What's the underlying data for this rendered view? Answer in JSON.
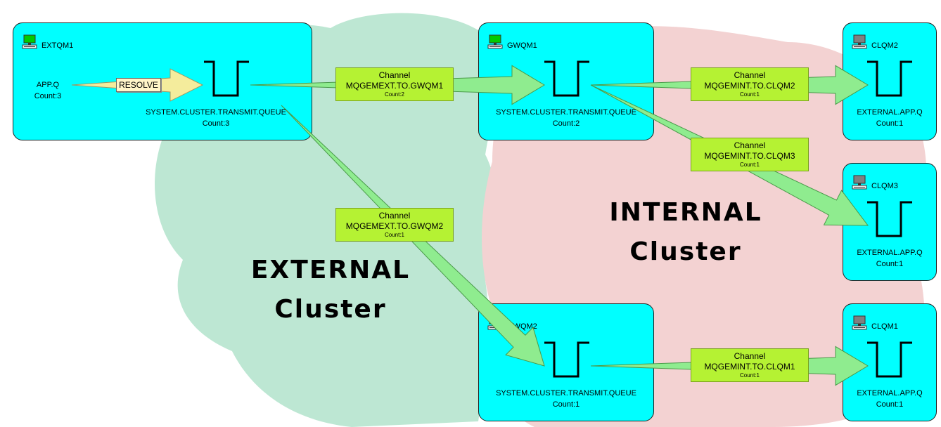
{
  "clusters": {
    "external": {
      "line1": "EXTERNAL",
      "line2": "Cluster",
      "color": "#bde7d3"
    },
    "internal": {
      "line1": "INTERNAL",
      "line2": "Cluster",
      "color": "#f3d2d2"
    }
  },
  "colors": {
    "qm_fill": "#00ffff",
    "channel_fill": "#b5f233",
    "arrow_fill": "#8fec8f",
    "resolve_arrow": "#f4ec9c",
    "pc_active": "#00cc00",
    "pc_inactive": "#808080"
  },
  "qms": {
    "extqm1": {
      "name": "EXTQM1",
      "icon": "computer-icon-green"
    },
    "gwqm1": {
      "name": "GWQM1",
      "icon": "computer-icon-green"
    },
    "gwqm2": {
      "name": "GWQM2",
      "icon": "computer-icon-green"
    },
    "clqm2": {
      "name": "CLQM2",
      "icon": "computer-icon-gray"
    },
    "clqm3": {
      "name": "CLQM3",
      "icon": "computer-icon-gray"
    },
    "clqm1": {
      "name": "CLQM1",
      "icon": "computer-icon-gray"
    }
  },
  "queues": {
    "app_q": {
      "name": "APP.Q",
      "count": "Count:3"
    },
    "extqm1_xmit": {
      "name": "SYSTEM.CLUSTER.TRANSMIT.QUEUE",
      "count": "Count:3"
    },
    "gwqm1_xmit": {
      "name": "SYSTEM.CLUSTER.TRANSMIT.QUEUE",
      "count": "Count:2"
    },
    "gwqm2_xmit": {
      "name": "SYSTEM.CLUSTER.TRANSMIT.QUEUE",
      "count": "Count:1"
    },
    "clqm2_q": {
      "name": "EXTERNAL.APP.Q",
      "count": "Count:1"
    },
    "clqm3_q": {
      "name": "EXTERNAL.APP.Q",
      "count": "Count:1"
    },
    "clqm1_q": {
      "name": "EXTERNAL.APP.Q",
      "count": "Count:1"
    }
  },
  "resolve_label": "RESOLVE",
  "channels": {
    "ext_gwqm1": {
      "title": "Channel",
      "name": "MQGEMEXT.TO.GWQM1",
      "count": "Count:2"
    },
    "ext_gwqm2": {
      "title": "Channel",
      "name": "MQGEMEXT.TO.GWQM2",
      "count": "Count:1"
    },
    "int_clqm2": {
      "title": "Channel",
      "name": "MQGEMINT.TO.CLQM2",
      "count": "Count:1"
    },
    "int_clqm3": {
      "title": "Channel",
      "name": "MQGEMINT.TO.CLQM3",
      "count": "Count:1"
    },
    "int_clqm1": {
      "title": "Channel",
      "name": "MQGEMINT.TO.CLQM1",
      "count": "Count:1"
    }
  }
}
